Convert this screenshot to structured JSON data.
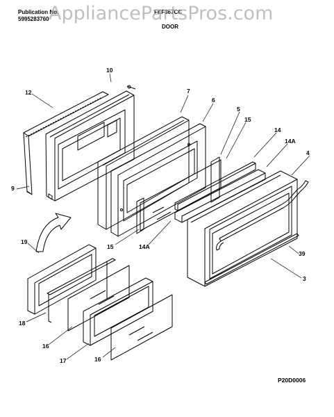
{
  "header": {
    "publication_label": "Publication No.",
    "publication_number": "5995283760",
    "model": "FEF367CC",
    "section_title": "DOOR"
  },
  "watermark": "AppliancePartsPros.com",
  "diagram_code": "P20D0006",
  "callouts": {
    "c10": "10",
    "c12": "12",
    "c7": "7",
    "c6": "6",
    "c5": "5",
    "c15a": "15",
    "c14": "14",
    "c14A_a": "14A",
    "c4": "4",
    "c9": "9",
    "c15b": "15",
    "c14A_b": "14A",
    "c39": "39",
    "c3": "3",
    "c19": "19",
    "c18": "18",
    "c16a": "16",
    "c17": "17",
    "c16b": "16"
  }
}
